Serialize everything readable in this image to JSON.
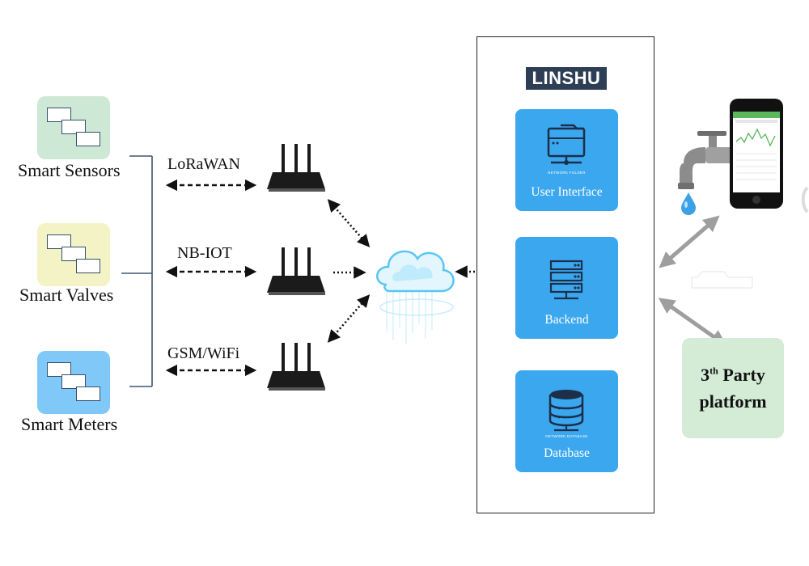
{
  "devices": [
    {
      "label": "Smart Sensors",
      "color": "#cde8d4"
    },
    {
      "label": "Smart Valves",
      "color": "#f3f3c6"
    },
    {
      "label": "Smart Meters",
      "color": "#7fc8f7"
    }
  ],
  "protocols": [
    {
      "label": "LoRaWAN"
    },
    {
      "label": "NB-IOT"
    },
    {
      "label": "GSM/WiFi"
    }
  ],
  "platform": {
    "brand": "LINSHU",
    "services": [
      {
        "label": "User Interface",
        "small": "NETWORK FOLDER",
        "icon": "folder-icon"
      },
      {
        "label": "Backend",
        "small": "",
        "icon": "server-icon"
      },
      {
        "label": "Database",
        "small": "NETWORK DATABASE",
        "icon": "database-icon"
      }
    ]
  },
  "third_party": {
    "prefix": "3",
    "superscript": "th",
    "word": "Party",
    "line2": "platform"
  },
  "colors": {
    "service": "#3ba7ee",
    "party": "#d4ebd6",
    "brand": "#2e3f55"
  }
}
